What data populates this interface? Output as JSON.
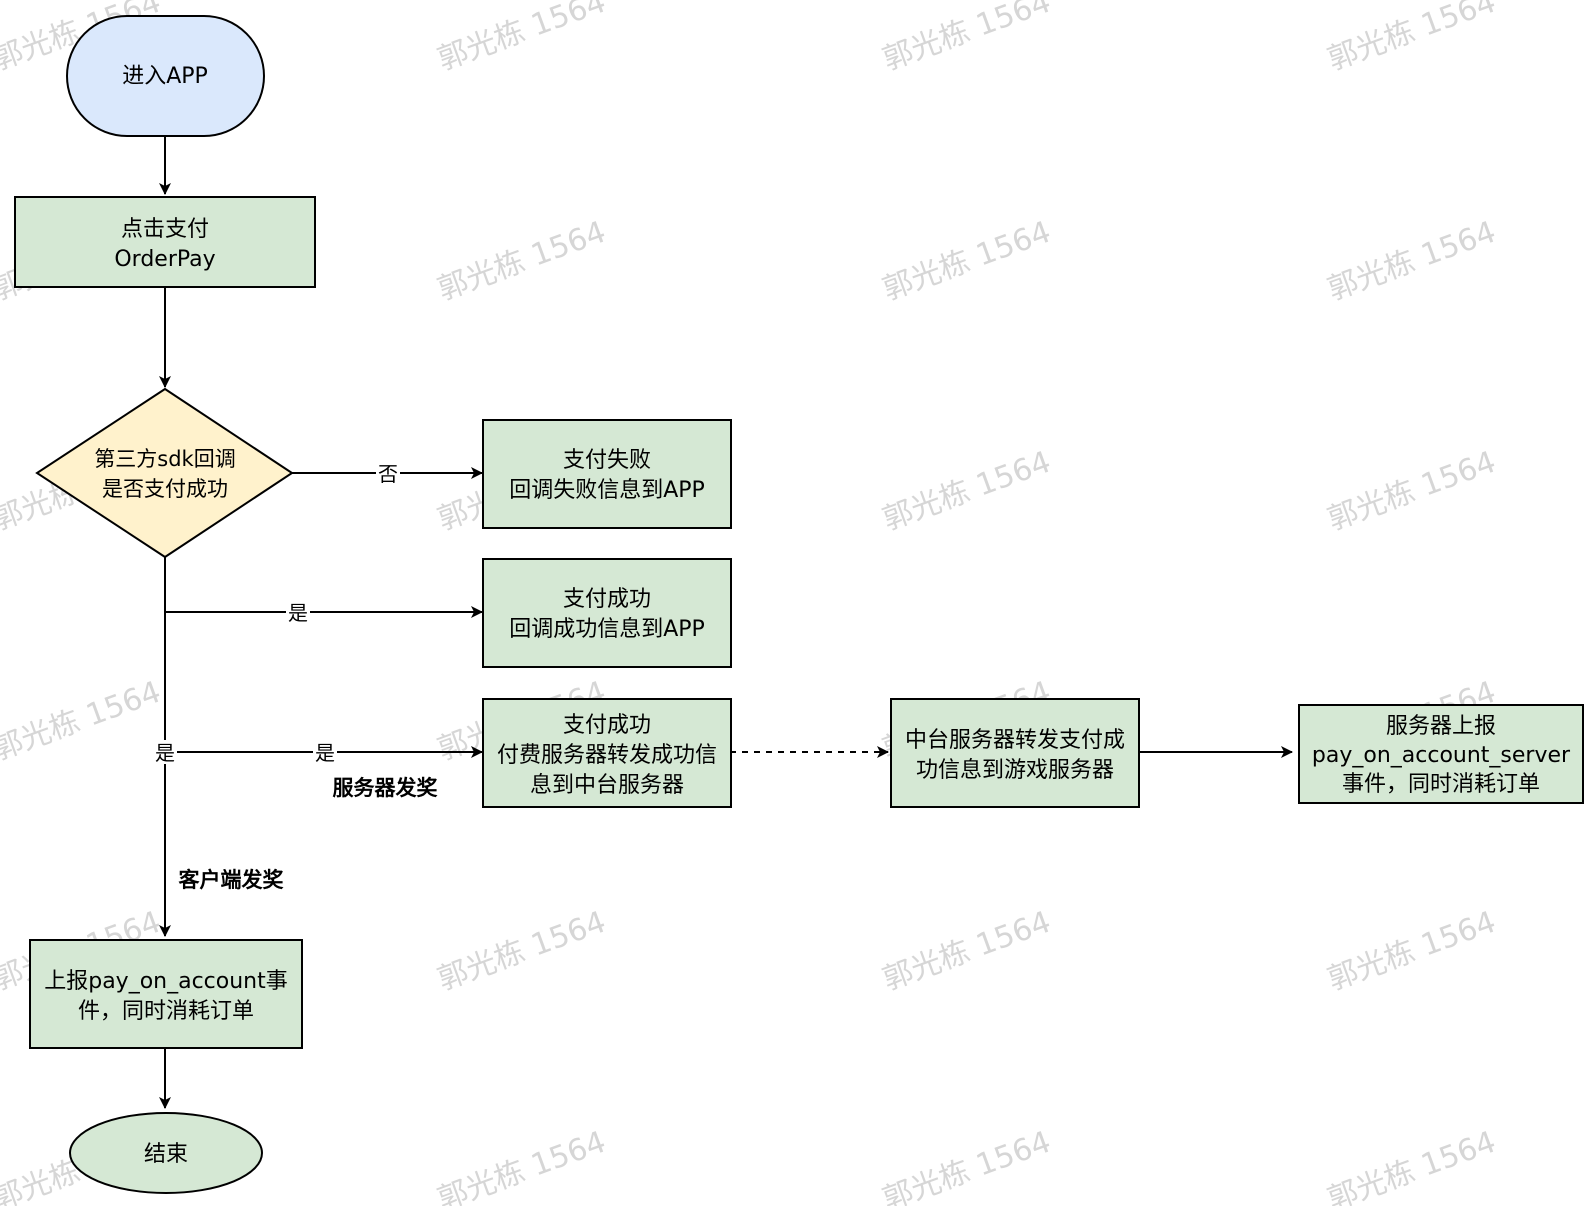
{
  "colors": {
    "start_fill": "#dae8fc",
    "process_fill": "#d5e8d4",
    "decision_fill": "#fff2cc",
    "stroke": "#000000",
    "watermark": "#d6d6d6"
  },
  "watermark": "郭光栋 1564",
  "nodes": {
    "start": {
      "text": "进入APP"
    },
    "click_pay": {
      "line1": "点击支付",
      "line2": "OrderPay"
    },
    "decision": {
      "line1": "第三方sdk回调",
      "line2": "是否支付成功"
    },
    "pay_fail": {
      "line1": "支付失败",
      "line2": "回调失败信息到APP"
    },
    "pay_success": {
      "line1": "支付成功",
      "line2": "回调成功信息到APP"
    },
    "pay_server": {
      "line1": "支付成功",
      "line2": "付费服务器转发成功信",
      "line3": "息到中台服务器"
    },
    "middle_server": {
      "line1": "中台服务器转发支付成",
      "line2": "功信息到游戏服务器"
    },
    "server_report": {
      "line1": "服务器上报",
      "line2": "pay_on_account_server",
      "line3": "事件，同时消耗订单"
    },
    "client_report": {
      "line1": "上报pay_on_account事",
      "line2": "件，同时消耗订单"
    },
    "end": {
      "text": "结束"
    }
  },
  "edge_labels": {
    "no": "否",
    "yes_top": "是",
    "yes_vertical": "是",
    "yes_server": "是",
    "server_reward": "服务器发奖",
    "client_reward": "客户端发奖"
  }
}
